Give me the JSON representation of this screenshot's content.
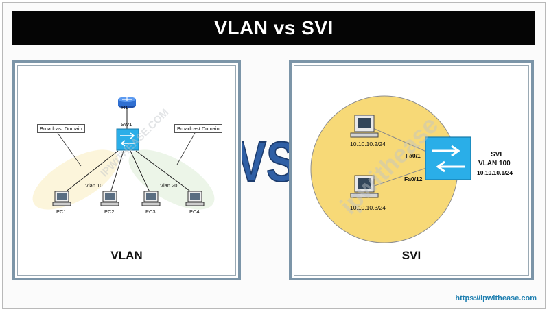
{
  "title": "VLAN vs SVI",
  "vs_text": "VS",
  "left_panel": {
    "caption": "VLAN",
    "router_label": "R1",
    "switch_label": "SW1",
    "broadcast_domain_left": "Broadcast Domain",
    "broadcast_domain_right": "Broadcast Domain",
    "vlan_a": "Vlan 10",
    "vlan_b": "Vlan 20",
    "pcs": [
      "PC1",
      "PC2",
      "PC3",
      "PC4"
    ],
    "watermark": "IPWITHEASE.COM"
  },
  "right_panel": {
    "caption": "SVI",
    "pc1_ip": "10.10.10.2/24",
    "pc2_ip": "10.10.10.3/24",
    "port1": "Fa0/1",
    "port2": "Fa0/12",
    "svi_label": "SVI",
    "svi_vlan": "VLAN 100",
    "svi_ip": "10.10.10.1/24",
    "watermark": "ipwithease"
  },
  "footer_url": "https://ipwithease.com",
  "colors": {
    "title_bg": "#050505",
    "panel_border": "#7c95a8",
    "svi_circle": "#f7d977",
    "switch": "#2aaee8",
    "router": "#2f6fd1",
    "vs_fill": "#2f5fa5",
    "url": "#1f7fb0"
  }
}
